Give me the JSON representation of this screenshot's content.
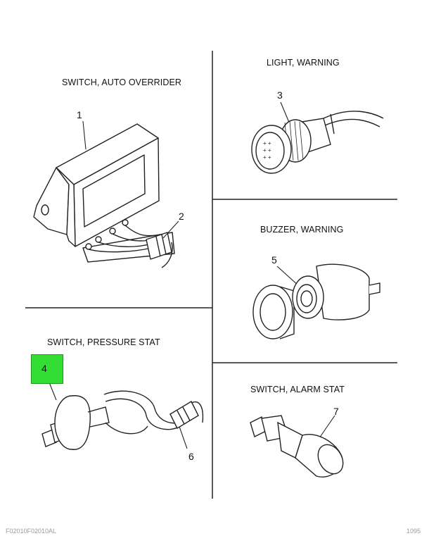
{
  "sections": {
    "auto_overrider": {
      "title": "SWITCH, AUTO OVERRIDER"
    },
    "light_warning": {
      "title": "LIGHT, WARNING"
    },
    "buzzer_warning": {
      "title": "BUZZER, WARNING"
    },
    "pressure_stat": {
      "title": "SWITCH, PRESSURE STAT"
    },
    "alarm_stat": {
      "title": "SWITCH, ALARM STAT"
    }
  },
  "callouts": {
    "c1": "1",
    "c2": "2",
    "c3": "3",
    "c4": "4",
    "c5": "5",
    "c6": "6",
    "c7": "7"
  },
  "highlight": {
    "item": "4",
    "color": "#33dd33"
  },
  "footer": {
    "left": "F02010F02010AL",
    "right": "1095"
  }
}
